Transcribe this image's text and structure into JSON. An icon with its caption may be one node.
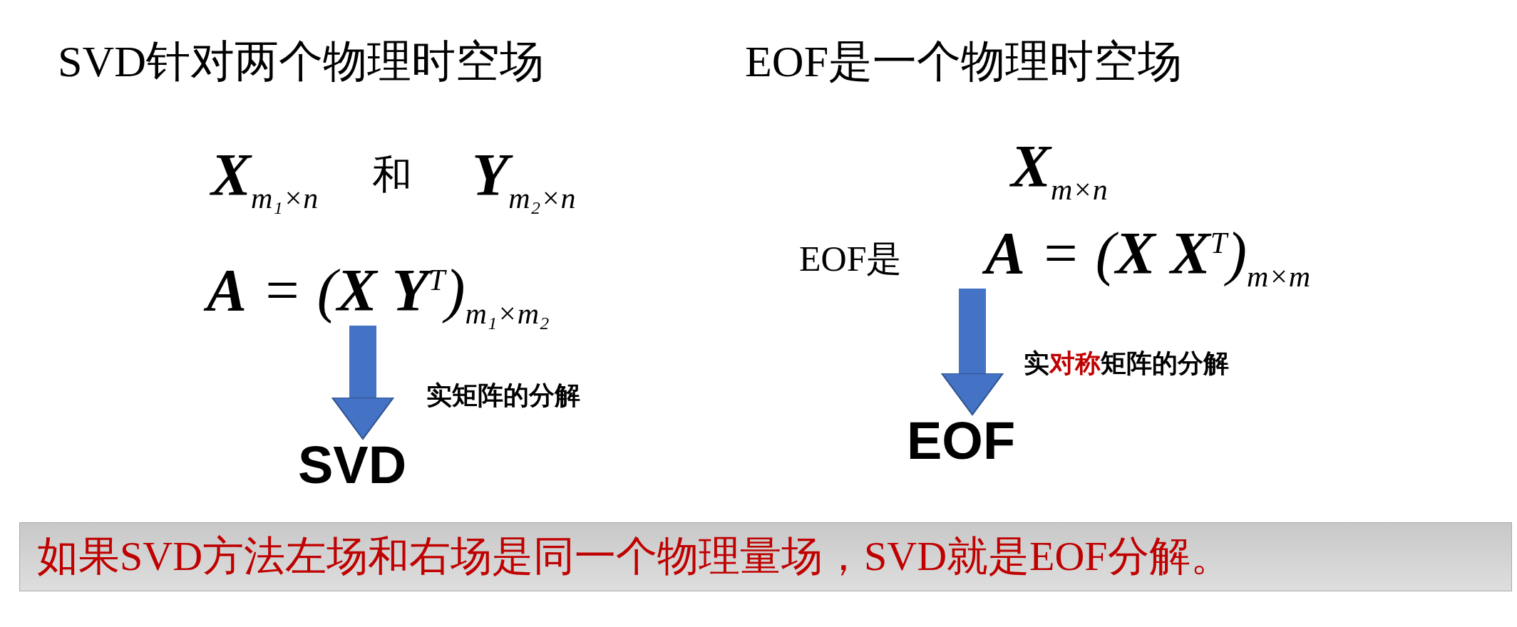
{
  "diagram": {
    "nodes": [
      {
        "text": [
          "**A** = (**X**  **Y**$^{T}$)$_{m₁×m₂}$"
        ]
      },
      {
        "text": [
          "SVD"
        ]
      },
      {
        "text": [
          "**A** = (**X**  **X**$^{T}$)$_{m×m}$"
        ]
      },
      {
        "text": [
          "EOF"
        ]
      },
      {
        "text": [
          "如果SVD方法左场和右场是同一个物理量场，SVD就是EOF分解。"
        ]
      }
    ],
    "edges": [
      {
        "from": 0,
        "to": 1,
        "arrow": "to",
        "label": "实矩阵的分解"
      },
      {
        "from": 2,
        "to": 3,
        "arrow": "to",
        "label": "实**对称**矩阵的分解"
      }
    ],
    "labels": [
      "SVD针对两个物理时空场",
      "EOF是一个物理时空场",
      "**X**$_{m₁×n}$",
      "和",
      "**Y**$_{m₂×n}$",
      "**X**$_{m×n}$",
      "EOF是"
    ]
  }
}
